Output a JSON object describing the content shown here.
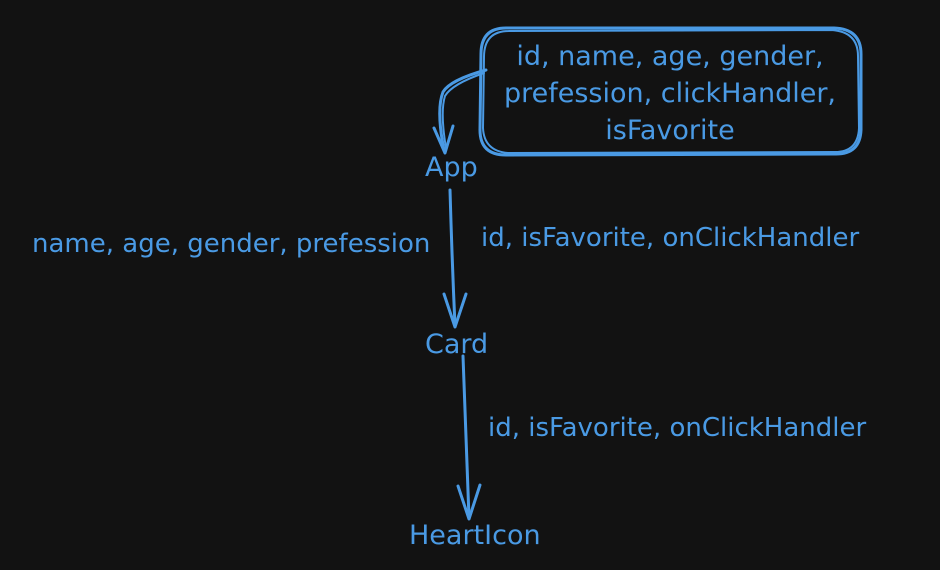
{
  "nodes": {
    "app": "App",
    "card": "Card",
    "heart": "HeartIcon"
  },
  "note": {
    "lines": [
      "id, name, age, gender,",
      "prefession, clickHandler,",
      "isFavorite"
    ]
  },
  "edge_labels": {
    "app_card_left": "name, age, gender, prefession",
    "app_card_right": "id, isFavorite, onClickHandler",
    "card_heart": "id, isFavorite, onClickHandler"
  },
  "colors": {
    "background": "#121212",
    "stroke": "#4a9ae4"
  }
}
